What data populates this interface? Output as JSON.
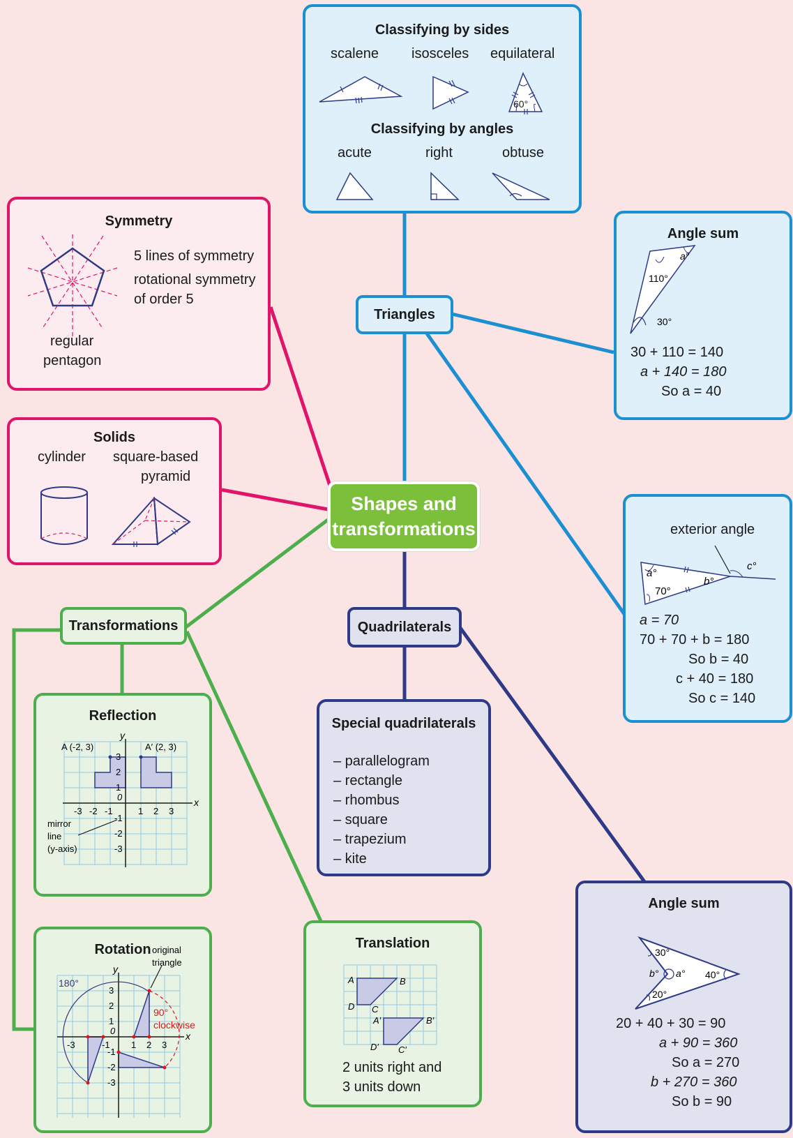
{
  "center": {
    "label_line1": "Shapes and",
    "label_line2": "transformations"
  },
  "triangles_node": "Triangles",
  "quadrilaterals_node": "Quadrilaterals",
  "transformations_node": "Transformations",
  "classifying": {
    "by_sides_title": "Classifying by sides",
    "sides": [
      "scalene",
      "isosceles",
      "equilateral"
    ],
    "equilateral_angle": "60°",
    "by_angles_title": "Classifying by angles",
    "angles": [
      "acute",
      "right",
      "obtuse"
    ]
  },
  "angle_sum_triangle": {
    "title": "Angle sum",
    "labels": {
      "a": "a°",
      "angle1": "110°",
      "angle2": "30°"
    },
    "lines": [
      "30 + 110 = 140",
      "a + 140 = 180",
      "So a = 40"
    ]
  },
  "exterior": {
    "label": "exterior angle",
    "labels": {
      "a": "a°",
      "b": "b°",
      "c": "c°",
      "seventy": "70°"
    },
    "lines": [
      "a = 70",
      "70 + 70 + b = 180",
      "So b = 40",
      "c + 40 = 180",
      "So c = 140"
    ]
  },
  "symmetry": {
    "title": "Symmetry",
    "text1": "5 lines of symmetry",
    "text2": "rotational symmetry",
    "text3": "of order 5",
    "caption1": "regular",
    "caption2": "pentagon"
  },
  "solids": {
    "title": "Solids",
    "cylinder": "cylinder",
    "pyramid1": "square-based",
    "pyramid2": "pyramid"
  },
  "special_quads": {
    "title": "Special quadrilaterals",
    "items": [
      "– parallelogram",
      "– rectangle",
      "– rhombus",
      "– square",
      "– trapezium",
      "– kite"
    ]
  },
  "angle_sum_quad": {
    "title": "Angle sum",
    "labels": {
      "thirty": "30°",
      "forty": "40°",
      "twenty": "20°",
      "a": "a°",
      "b": "b°"
    },
    "lines": [
      "20 + 40 + 30 = 90",
      "a + 90 = 360",
      "So a = 270",
      "b + 270 = 360",
      "So b = 90"
    ]
  },
  "reflection": {
    "title": "Reflection",
    "point_a": "A (-2, 3)",
    "point_a_prime": "A′ (2, 3)",
    "axis_x": "x",
    "axis_y": "y",
    "mirror1": "mirror",
    "mirror2": "line",
    "mirror3": "(y-axis)",
    "x_ticks": [
      "-3",
      "-2",
      "-1",
      "1",
      "2",
      "3"
    ],
    "y_ticks": [
      "3",
      "2",
      "1",
      "-1",
      "-2",
      "-3"
    ],
    "origin": "0"
  },
  "rotation": {
    "title": "Rotation",
    "original1": "original",
    "original2": "triangle",
    "angle180": "180°",
    "angle90": "90°",
    "clockwise": "clockwise",
    "axis_x": "x",
    "axis_y": "y",
    "x_ticks": [
      "-3",
      "-1",
      "1",
      "2",
      "3"
    ],
    "y_ticks": [
      "3",
      "2",
      "1",
      "-1",
      "-2",
      "-3"
    ],
    "origin": "0"
  },
  "translation": {
    "title": "Translation",
    "vertices": [
      "A",
      "B",
      "C",
      "D",
      "A′",
      "B′",
      "C′",
      "D′"
    ],
    "text1": "2 units right and",
    "text2": "3 units down"
  }
}
